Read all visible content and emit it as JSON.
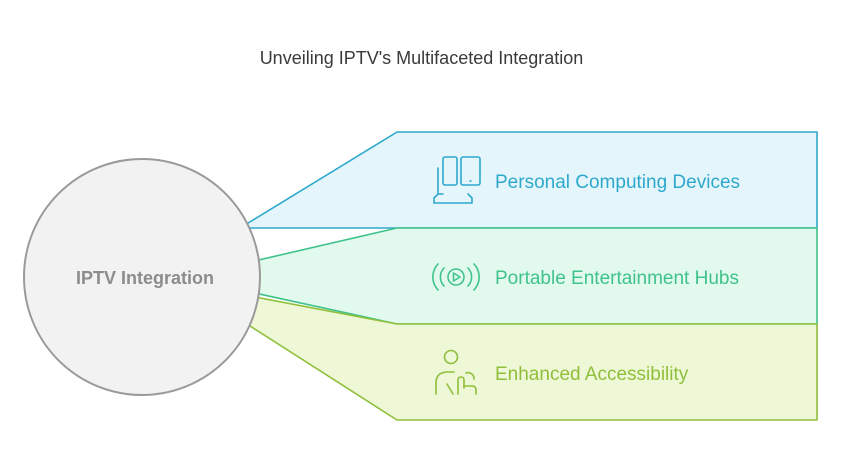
{
  "title": "Unveiling IPTV's Multifaceted Integration",
  "center": {
    "label": "IPTV Integration",
    "fill": "#f2f2f2",
    "stroke": "#9a9a9a",
    "text_color": "#8c8c8c"
  },
  "items": [
    {
      "label": "Personal Computing Devices",
      "icon": "devices-icon",
      "fill": "#e4f6fb",
      "stroke": "#2ea9cc",
      "text_color": "#2ea9cc"
    },
    {
      "label": "Portable Entertainment Hubs",
      "icon": "play-broadcast-icon",
      "fill": "#e2f9ee",
      "stroke": "#3fc38b",
      "text_color": "#3fc38b"
    },
    {
      "label": "Enhanced Accessibility",
      "icon": "accessibility-touch-icon",
      "fill": "#eff8d6",
      "stroke": "#8fbf3a",
      "text_color": "#8fbf3a"
    }
  ]
}
